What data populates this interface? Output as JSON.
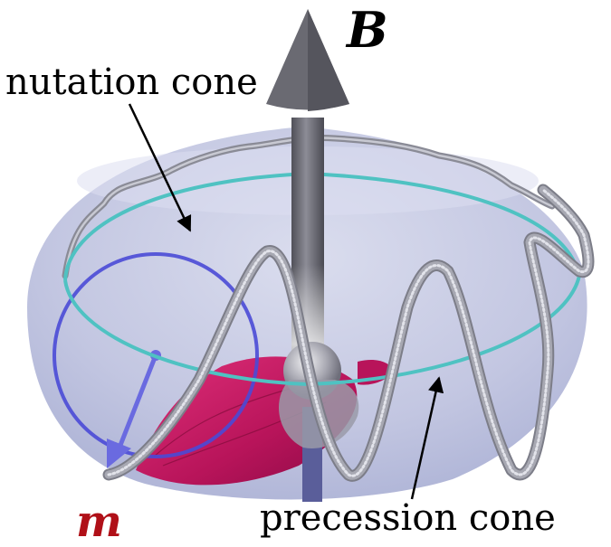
{
  "labels": {
    "field_vector": "B",
    "magnetization": "m",
    "nutation_cone": "nutation cone",
    "precession_cone": "precession cone"
  },
  "colors": {
    "background": "#ffffff",
    "dome_fill": "#b9bfdc",
    "field_arrow": "#6e6e76",
    "precession_ring": "#4fc2c2",
    "trajectory_tube": "#9a9ba4",
    "nutation_circle": "#4a4ad6",
    "magnetization_vector": "#6a6ae0",
    "cone_fill": "#c0185a",
    "magnetization_label": "#b01018",
    "text": "#000000"
  }
}
